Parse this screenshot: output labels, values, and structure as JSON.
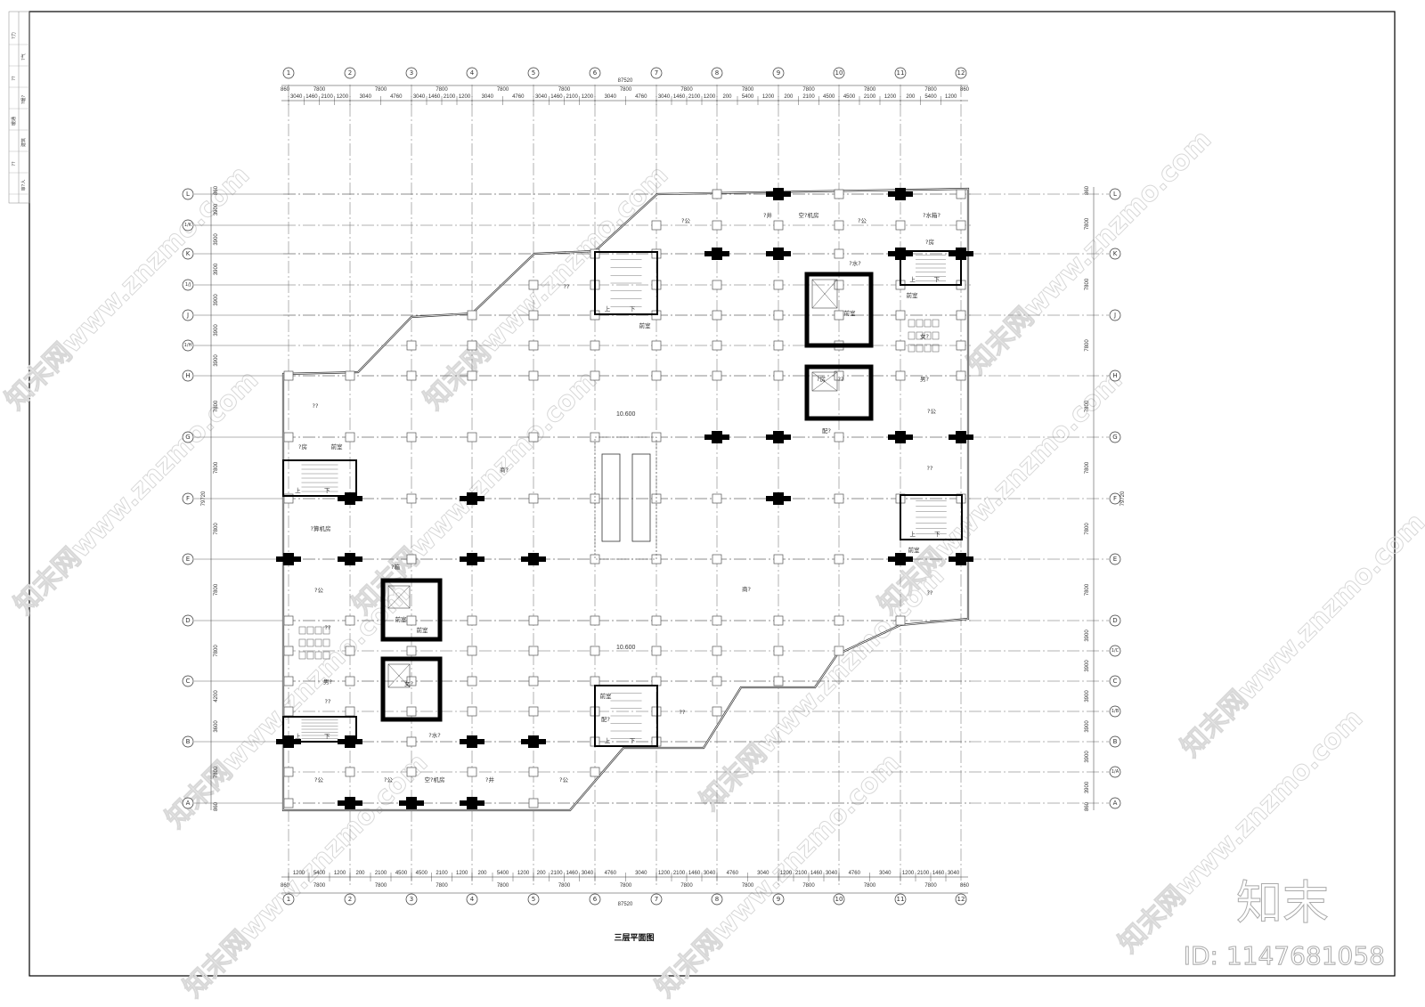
{
  "drawing": {
    "title": "三层平面图",
    "overall_width": "87520",
    "overall_depth": "79720",
    "elevations": [
      "10.600",
      "10.600"
    ],
    "logo": "知末",
    "id_label": "ID: 1147681058",
    "watermark": "知末网www.znzmo.com",
    "line_color": "#000000",
    "watermark_color": "#d8d8d8"
  },
  "title_block": [
    "?力",
    "?气",
    "??",
    "?暖?",
    "暖通",
    "建筑",
    "??",
    "审?人"
  ],
  "axes": {
    "columns": [
      "1",
      "2",
      "3",
      "4",
      "5",
      "6",
      "7",
      "8",
      "9",
      "10",
      "11",
      "12"
    ],
    "rows_left": [
      "L",
      "1/K",
      "K",
      "1/J",
      "J",
      "1/H",
      "H",
      "G",
      "F",
      "E",
      "D",
      "C",
      "B",
      "A"
    ],
    "rows_right": [
      "L",
      "K",
      "J",
      "H",
      "G",
      "F",
      "E",
      "D",
      "1/C",
      "C",
      "1/B",
      "B",
      "1/A",
      "A"
    ]
  },
  "dimensions": {
    "bay_row": [
      "860",
      "7800",
      "7800",
      "7800",
      "7800",
      "7800",
      "7800",
      "7800",
      "7800",
      "7800",
      "7800",
      "7800",
      "860"
    ],
    "top_detail_by_bay": [
      [
        "3040",
        "1460",
        "2100",
        "1200"
      ],
      [
        "3040",
        "4760"
      ],
      [
        "3040",
        "1460",
        "2100",
        "1200"
      ],
      [
        "3040",
        "4760"
      ],
      [
        "3040",
        "1460",
        "2100",
        "1200"
      ],
      [
        "3040",
        "4760"
      ],
      [
        "3040",
        "1460",
        "2100",
        "1200"
      ],
      [
        "200",
        "5400",
        "1200"
      ],
      [
        "200",
        "2100",
        "4500"
      ],
      [
        "4500",
        "2100",
        "1200"
      ],
      [
        "200",
        "5400",
        "1200"
      ]
    ],
    "bottom_detail_by_bay": [
      [
        "1200",
        "5400",
        "1200"
      ],
      [
        "200",
        "2100",
        "4500"
      ],
      [
        "4500",
        "2100",
        "1200"
      ],
      [
        "200",
        "5400",
        "1200"
      ],
      [
        "200",
        "2100",
        "1460",
        "3040"
      ],
      [
        "4760",
        "3040"
      ],
      [
        "1200",
        "2100",
        "1460",
        "3040"
      ],
      [
        "4760",
        "3040"
      ],
      [
        "1200",
        "2100",
        "1460",
        "3040"
      ],
      [
        "4760",
        "3040"
      ],
      [
        "1200",
        "2100",
        "1460",
        "3040"
      ]
    ],
    "left_outer": [
      "860",
      "3900",
      "3900",
      "3900",
      "3900",
      "3900",
      "3900",
      "7800",
      "7800",
      "7800",
      "7800",
      "7800",
      "4200",
      "3600",
      "7800",
      "860"
    ],
    "right_outer": [
      "860",
      "7800",
      "7800",
      "7800",
      "7800",
      "7800",
      "7800",
      "7800",
      "3900",
      "3900",
      "3900",
      "3900",
      "3900",
      "3900",
      "860"
    ]
  },
  "rooms": [
    "?公",
    "?井",
    "空?机房",
    "?公",
    "?水箱?",
    "?房",
    "?水?",
    "??",
    "前室",
    "前室",
    "前室",
    "女?",
    "男?",
    "?房",
    "??",
    "?公",
    "??",
    "?房",
    "前室",
    "商?",
    "??",
    "?算机房",
    "前室",
    "?箱",
    "?公",
    "??",
    "商?",
    "前室",
    "??",
    "男?",
    "女?",
    "??",
    "前室",
    "前室",
    "??",
    "配?",
    "?水?",
    "?公",
    "?公",
    "空?机房",
    "?井",
    "?公",
    "配?"
  ],
  "stair_marks": [
    "上",
    "下"
  ]
}
